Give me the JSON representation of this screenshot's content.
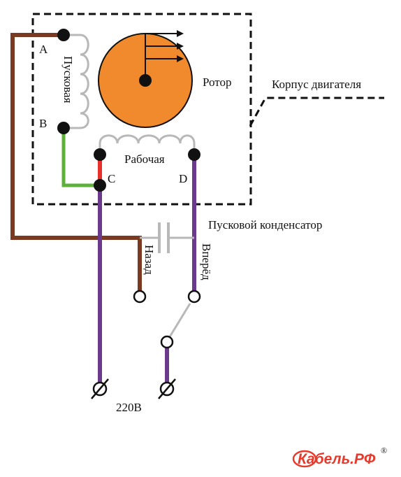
{
  "labels": {
    "terminal_a": "A",
    "terminal_b": "B",
    "terminal_c": "C",
    "terminal_d": "D",
    "start_winding": "Пусковая",
    "work_winding": "Рабочая",
    "rotor": "Ротор",
    "housing": "Корпус двигателя",
    "capacitor": "Пусковой конденсатор",
    "back": "Назад",
    "forward": "Вперёд",
    "voltage": "220В"
  },
  "logo": {
    "text": "Кабель.РФ",
    "registered": "®"
  },
  "colors": {
    "brown_wire": "#7a3a22",
    "purple_wire": "#6b3a8c",
    "green_wire": "#5fb03a",
    "red_wire": "#e8312a",
    "gray_wire": "#b8b8b8",
    "rotor_fill": "#f08a2c",
    "logo_red": "#e53a2c"
  }
}
